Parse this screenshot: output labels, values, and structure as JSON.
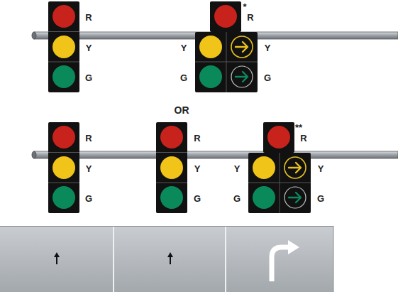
{
  "diagram": {
    "labels": [
      "R",
      "Y",
      "G",
      "*",
      "R",
      "Y",
      "Y",
      "G",
      "G",
      "OR",
      "R",
      "Y",
      "G",
      "R",
      "Y",
      "G",
      "**",
      "R",
      "Y",
      "Y",
      "G",
      "G"
    ]
  }
}
